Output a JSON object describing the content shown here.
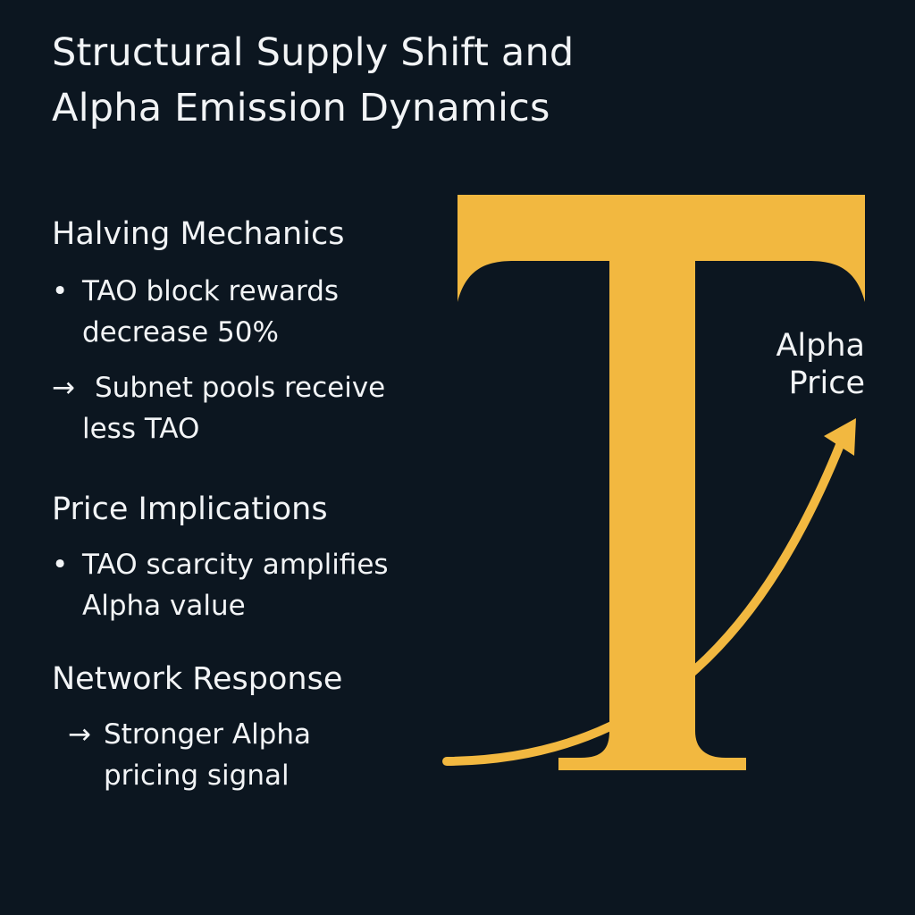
{
  "title": {
    "line1": "Structural Supply Shift and",
    "line2": "Alpha Emission Dynamics"
  },
  "sections": [
    {
      "heading": "Halving Mechanics",
      "items": [
        {
          "marker": "•",
          "lines": [
            "TAO block rewards",
            "decrease 50%"
          ]
        },
        {
          "marker": "→",
          "lines": [
            "Subnet pools receive",
            "less TAO"
          ]
        }
      ]
    },
    {
      "heading": "Price Implications",
      "items": [
        {
          "marker": "•",
          "lines": [
            "TAO scarcity amplifies",
            "Alpha value"
          ]
        }
      ]
    },
    {
      "heading": "Network Response",
      "items": [
        {
          "marker": "→",
          "lines": [
            "Stronger Alpha",
            "pricing signal"
          ]
        }
      ]
    }
  ],
  "graphic": {
    "letter_icon": "tao-letter-t-icon",
    "arrow_icon": "rising-curve-arrow-icon",
    "label_line1": "Alpha",
    "label_line2": "Price"
  },
  "colors": {
    "background": "#0c1620",
    "accent": "#f2b840",
    "text": "#f2f4f6"
  }
}
